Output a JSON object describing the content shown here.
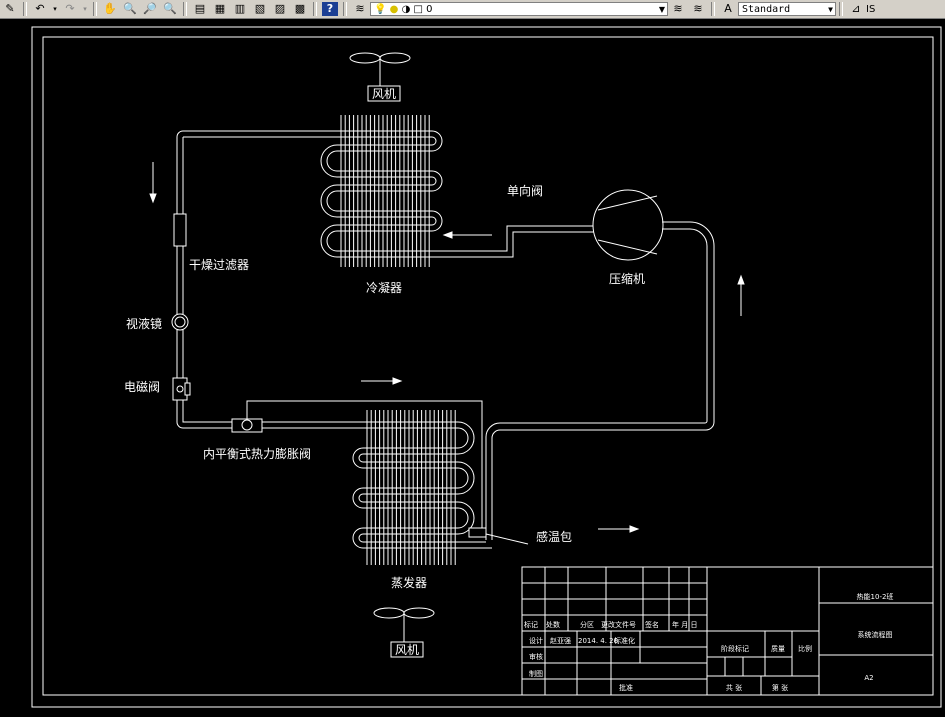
{
  "toolbar": {
    "layer_value": "0",
    "text_style": "Standard",
    "right_partial": "IS"
  },
  "diagram": {
    "fan_top": "风机",
    "fan_bottom": "风机",
    "condenser": "冷凝器",
    "evaporator": "蒸发器",
    "check_valve": "单向阀",
    "compressor": "压缩机",
    "dryer_filter": "干燥过滤器",
    "sight_glass": "视液镜",
    "solenoid_valve": "电磁阀",
    "expansion_valve": "内平衡式热力膨胀阀",
    "temp_bulb": "感温包"
  },
  "title_block": {
    "class_name": "热能10-2班",
    "drawing_name": "系统流程图",
    "sheet_size": "A2",
    "stage_mark": "阶段标记",
    "weight": "质量",
    "scale": "比例",
    "total_sheets": "共 张",
    "sheet_no": "第 张",
    "approve": "批准",
    "row_headers": [
      "标记",
      "处数",
      "分区",
      "更改文件号",
      "签名",
      "年 月 日"
    ],
    "design": "设计",
    "designer": "赵亚强",
    "date": "2014. 4. 20",
    "standardize": "标准化",
    "review": "审核",
    "drafting": "制图"
  }
}
